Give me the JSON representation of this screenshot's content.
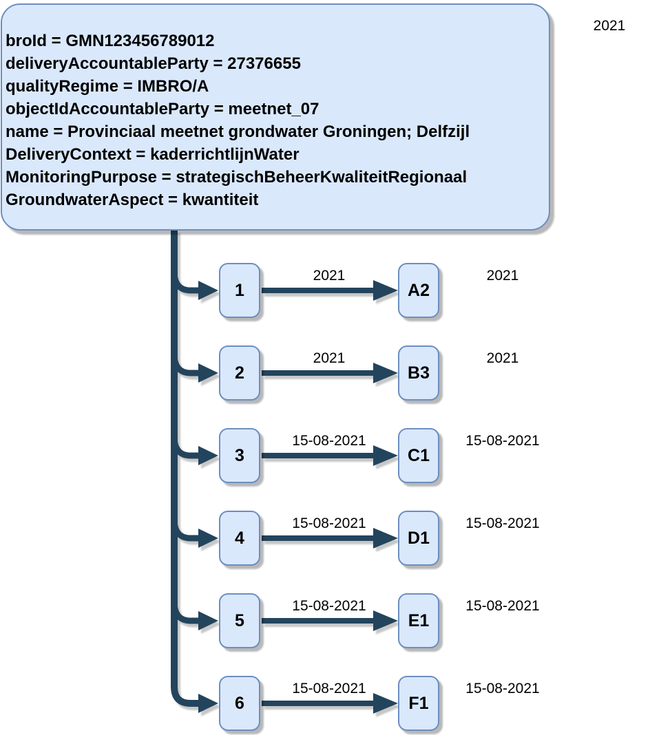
{
  "diagram": {
    "gmn_box": {
      "lines": [
        "broId = GMN123456789012",
        "deliveryAccountableParty = 27376655",
        "qualityRegime = IMBRO/A",
        "objectIdAccountableParty = meetnet_07",
        "name = Provinciaal meetnet grondwater Groningen; Delfzijl",
        "DeliveryContext = kaderrichtlijnWater",
        "MonitoringPurpose = strategischBeheerKwaliteitRegionaal",
        "GroundwaterAspect = kwantiteit"
      ]
    },
    "top_right_label": "2021",
    "rows": [
      {
        "source": "1",
        "target": "A2",
        "edge_label": "2021",
        "right_label": "2021"
      },
      {
        "source": "2",
        "target": "B3",
        "edge_label": "2021",
        "right_label": "2021"
      },
      {
        "source": "3",
        "target": "C1",
        "edge_label": "15-08-2021",
        "right_label": "15-08-2021"
      },
      {
        "source": "4",
        "target": "D1",
        "edge_label": "15-08-2021",
        "right_label": "15-08-2021"
      },
      {
        "source": "5",
        "target": "E1",
        "edge_label": "15-08-2021",
        "right_label": "15-08-2021"
      },
      {
        "source": "6",
        "target": "F1",
        "edge_label": "15-08-2021",
        "right_label": "15-08-2021"
      }
    ],
    "colors": {
      "node_fill": "#dae8fc",
      "node_border": "#6c8ebf",
      "connector": "#23445d"
    }
  }
}
